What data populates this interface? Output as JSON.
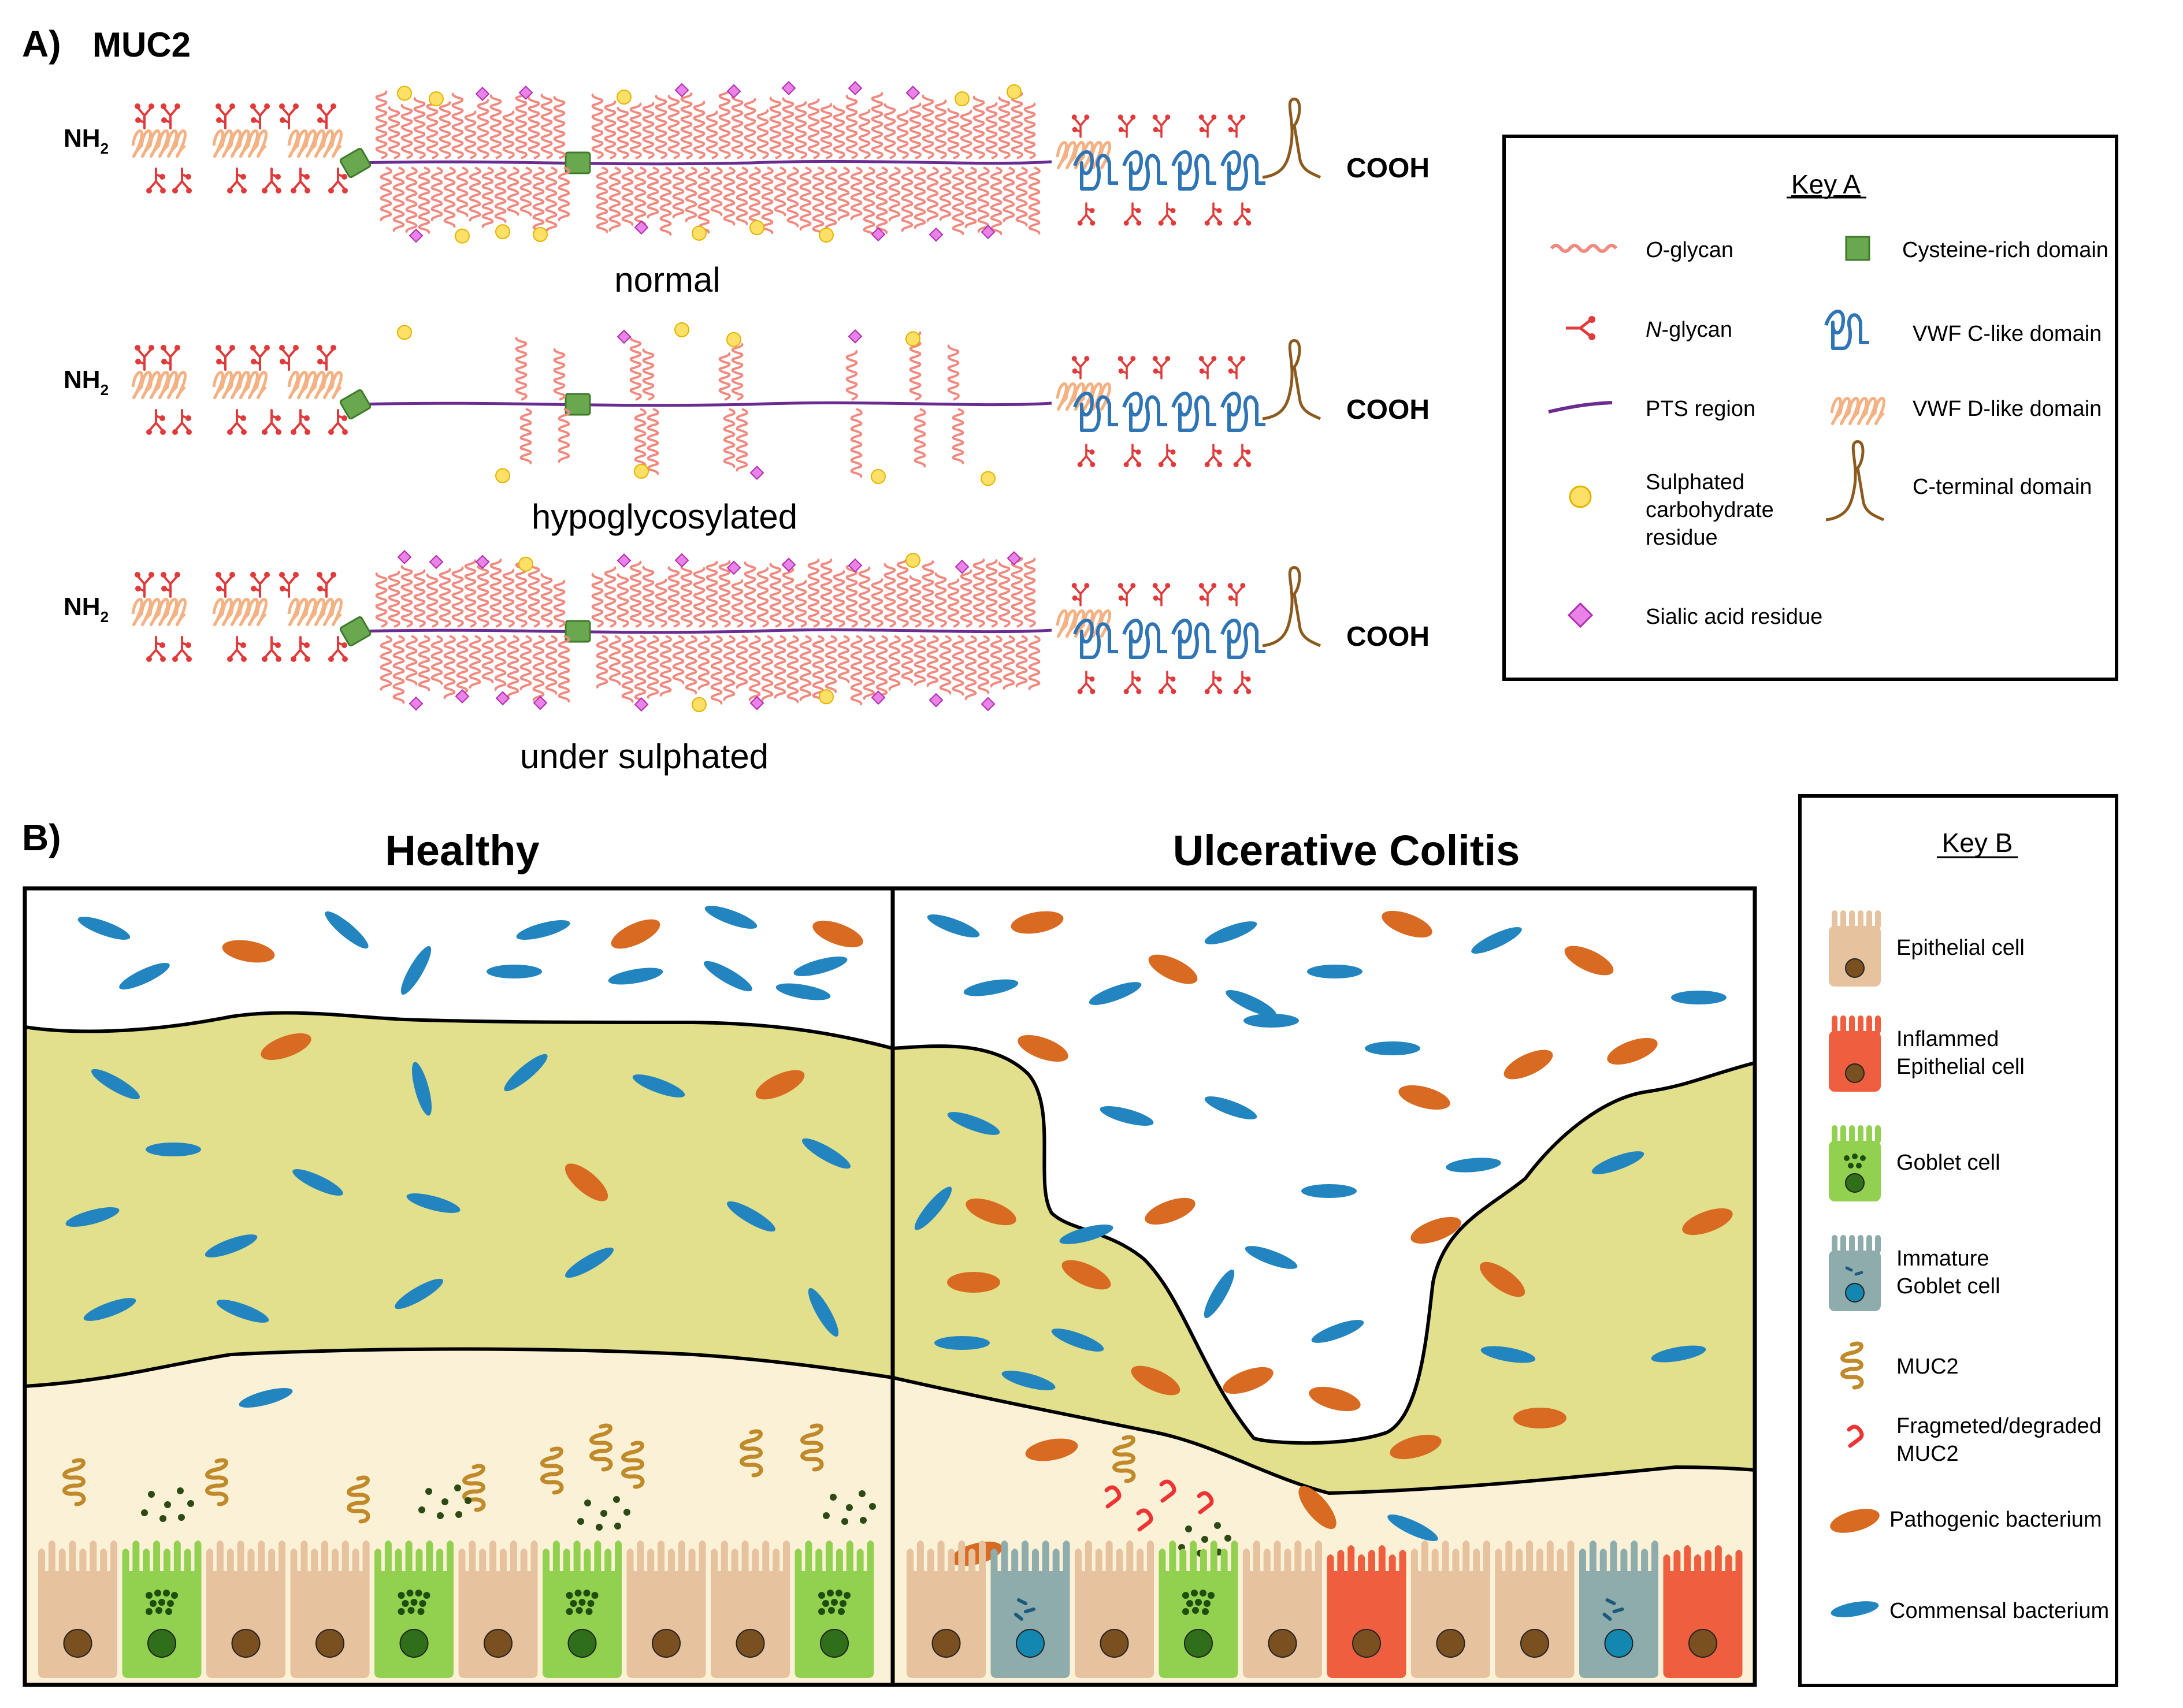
{
  "panel_a": {
    "label": "A)",
    "title": "MUC2",
    "nh2": "NH",
    "nh2_sub": "2",
    "cooh": "COOH",
    "rows": [
      {
        "caption": "normal",
        "glycan_density": 1.0,
        "sulphate_level": "normal",
        "sialic_level": "normal"
      },
      {
        "caption": "hypoglycosylated",
        "glycan_density": 0.3,
        "sulphate_level": "normal",
        "sialic_level": "normal"
      },
      {
        "caption": "under sulphated",
        "glycan_density": 1.0,
        "sulphate_level": "low",
        "sialic_level": "high"
      }
    ]
  },
  "key_a": {
    "title": "Key A",
    "items": [
      {
        "icon": "o-glycan-icon",
        "label_prefix": "O",
        "label": "-glycan"
      },
      {
        "icon": "cysteine-rich-domain-icon",
        "label": "Cysteine-rich domain"
      },
      {
        "icon": "n-glycan-icon",
        "label_prefix": "N",
        "label": "-glycan"
      },
      {
        "icon": "vwf-c-like-domain-icon",
        "label": "VWF C-like domain"
      },
      {
        "icon": "pts-region-icon",
        "label": "PTS region"
      },
      {
        "icon": "vwf-d-like-domain-icon",
        "label": "VWF D-like domain"
      },
      {
        "icon": "sulphated-residue-icon",
        "label_lines": [
          "Sulphated",
          "carbohydrate",
          "residue"
        ]
      },
      {
        "icon": "c-terminal-domain-icon",
        "label": "C-terminal  domain"
      },
      {
        "icon": "sialic-acid-icon",
        "label": "Sialic acid residue"
      }
    ]
  },
  "panel_b": {
    "label": "B)",
    "healthy_title": "Healthy",
    "uc_title": "Ulcerative Colitis"
  },
  "key_b": {
    "title": "Key B",
    "items": [
      {
        "icon": "epithelial-cell-icon",
        "label_lines": [
          "Epithelial cell"
        ]
      },
      {
        "icon": "inflamed-epithelial-cell-icon",
        "label_lines": [
          "Inflammed",
          "Epithelial cell"
        ]
      },
      {
        "icon": "goblet-cell-icon",
        "label_lines": [
          "Goblet cell"
        ]
      },
      {
        "icon": "immature-goblet-cell-icon",
        "label_lines": [
          "Immature",
          "Goblet cell"
        ]
      },
      {
        "icon": "muc2-icon",
        "label_lines": [
          "MUC2"
        ]
      },
      {
        "icon": "degraded-muc2-icon",
        "label_lines": [
          "Fragmeted/degraded",
          "MUC2"
        ]
      },
      {
        "icon": "pathogenic-bacterium-icon",
        "label_lines": [
          "Pathogenic bacterium"
        ]
      },
      {
        "icon": "commensal-bacterium-icon",
        "label_lines": [
          "Commensal bacterium"
        ]
      }
    ]
  },
  "colors": {
    "o_glycan": "#f08a80",
    "n_glycan": "#e03a3a",
    "pts": "#6a2c91",
    "cysteine": "#6aa84f",
    "vwf_c": "#2f75b5",
    "vwf_d": "#f4b183",
    "c_term": "#8b5a1e",
    "sulphate": "#ffe066",
    "sialic": "#e983e8",
    "mucus_outer": "#ffffff",
    "mucus_inner": "#e2e08c",
    "lamina": "#fbf1d6",
    "epithelial": "#e6c29f",
    "inflamed": "#ef5f3f",
    "goblet": "#92d050",
    "immature": "#8eacac",
    "pathogen": "#d86a22",
    "commensal": "#2385c0",
    "muc2": "#c08a2a",
    "degraded": "#ee3333"
  }
}
